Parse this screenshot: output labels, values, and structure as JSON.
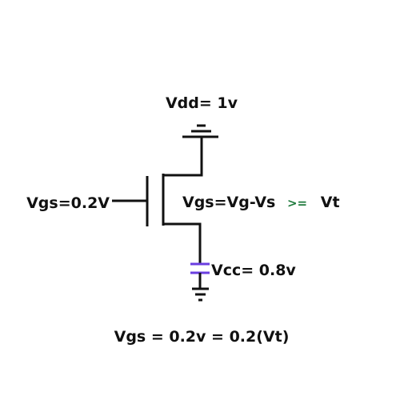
{
  "labels": {
    "vdd": "Vdd= 1v",
    "vgs_input": "Vgs=0.2V",
    "condition_lhs": "Vgs=Vg-Vs",
    "condition_op": ">=",
    "condition_rhs": "Vt",
    "vcc": "Vcc= 0.8v",
    "bottom_equation": "Vgs = 0.2v = 0.2(Vt)"
  },
  "colors": {
    "wire": "#111111",
    "text": "#111111",
    "operator": "#1e7a3c",
    "capacitor": "#6a3ee0"
  }
}
